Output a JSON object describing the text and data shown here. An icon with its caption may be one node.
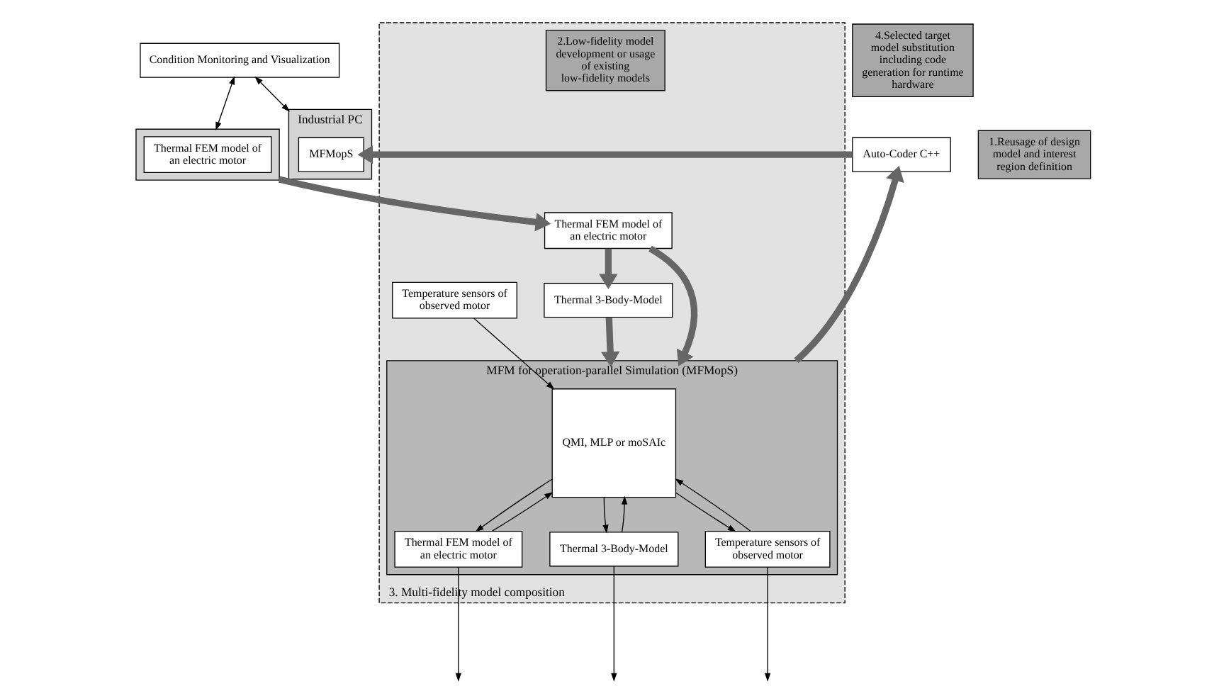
{
  "diagram": {
    "nodes": [
      {
        "text": [
          "Condition Monitoring and Visualization"
        ]
      },
      {
        "text": [
          "1.Reusage of design model and interest region definition"
        ]
      },
      {
        "text": [],
        "shape": "box"
      },
      {
        "text": [
          "Thermal FEM model of an electric motor"
        ],
        "in": 2
      },
      {
        "text": [
          "Industrial PC"
        ]
      },
      {
        "text": [
          "MFMopS"
        ],
        "in": 4
      },
      {
        "text": [
          "4.Selected target model substitution including code generation for runtime hardware"
        ]
      },
      {
        "text": [
          "Auto-Coder C++"
        ]
      },
      {
        "text": [
          "3. Multi-fidelity model composition"
        ]
      },
      {
        "text": [
          "2.Low-fidelity model development or usage of existing low-fidelity models"
        ],
        "in": 8
      },
      {
        "text": [
          "Thermal FEM model of an electric motor"
        ],
        "in": 8
      },
      {
        "text": [
          "Temperature sensors of observed motor"
        ],
        "in": 8
      },
      {
        "text": [
          "Thermal 3-Body-Model"
        ],
        "in": 8
      },
      {
        "text": [
          "MFM for operation-parallel Simulation (MFMopS)"
        ],
        "in": 8
      },
      {
        "text": [
          "QMI, MLP or moSAIc"
        ],
        "in": 13
      },
      {
        "text": [
          "Thermal FEM model of an electric motor"
        ],
        "in": 13
      },
      {
        "text": [
          "Thermal 3-Body-Model"
        ],
        "in": 13
      },
      {
        "text": [
          "Temperature sensors of observed motor"
        ],
        "in": 13
      }
    ],
    "edges": [
      {
        "from": 2,
        "to": 0,
        "arrow": "both"
      },
      {
        "from": 4,
        "to": 0,
        "arrow": "both"
      },
      {
        "from": 7,
        "to": 5,
        "arrow": "to",
        "style": "thick",
        "color": "#666666"
      },
      {
        "from": 13,
        "to": 7,
        "arrow": "to",
        "style": "thick",
        "color": "#666666"
      },
      {
        "from": 2,
        "to": 10,
        "arrow": "to",
        "style": "thick",
        "color": "#666666"
      },
      {
        "from": 10,
        "to": 12,
        "arrow": "to",
        "style": "thick",
        "color": "#666666"
      },
      {
        "from": 10,
        "to": 13,
        "arrow": "to",
        "style": "thick",
        "color": "#666666"
      },
      {
        "from": 12,
        "to": 13,
        "arrow": "to",
        "style": "thick",
        "color": "#666666"
      },
      {
        "from": 11,
        "to": 14,
        "arrow": "to"
      },
      {
        "from": 14,
        "to": 15,
        "arrow": "to"
      },
      {
        "from": 15,
        "to": 14,
        "arrow": "to"
      },
      {
        "from": 14,
        "to": 16,
        "arrow": "to"
      },
      {
        "from": 16,
        "to": 14,
        "arrow": "to"
      },
      {
        "from": 14,
        "to": 17,
        "arrow": "to"
      },
      {
        "from": 17,
        "to": 14,
        "arrow": "to"
      },
      {
        "from": 15,
        "to": null,
        "arrow": "to"
      },
      {
        "from": 16,
        "to": null,
        "arrow": "to"
      },
      {
        "from": 17,
        "to": null,
        "arrow": "to"
      }
    ]
  }
}
